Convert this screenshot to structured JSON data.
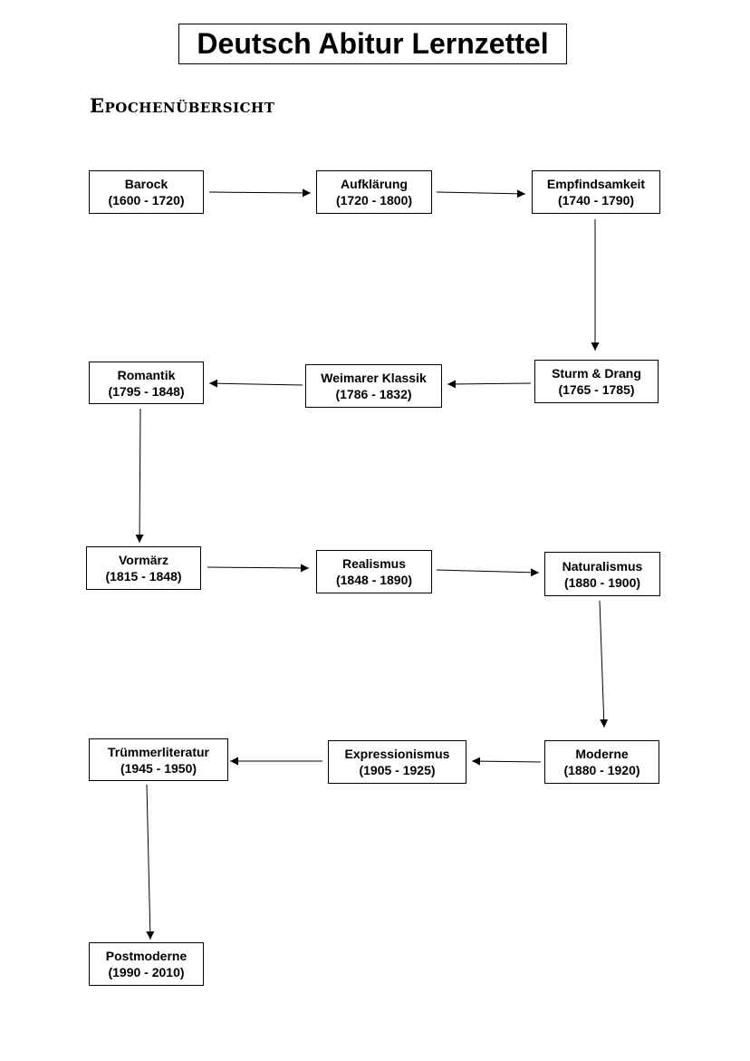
{
  "page": {
    "title": "Deutsch Abitur Lernzettel",
    "subtitle": "Epochenübersicht"
  },
  "epochs": [
    {
      "name": "Barock",
      "years": "(1600 - 1720)"
    },
    {
      "name": "Aufklärung",
      "years": "(1720 - 1800)"
    },
    {
      "name": "Empfindsamkeit",
      "years": "(1740 - 1790)"
    },
    {
      "name": "Sturm & Drang",
      "years": "(1765 - 1785)"
    },
    {
      "name": "Weimarer Klassik",
      "years": "(1786 - 1832)"
    },
    {
      "name": "Romantik",
      "years": "(1795 - 1848)"
    },
    {
      "name": "Vormärz",
      "years": "(1815 - 1848)"
    },
    {
      "name": "Realismus",
      "years": "(1848 - 1890)"
    },
    {
      "name": "Naturalismus",
      "years": "(1880 - 1900)"
    },
    {
      "name": "Moderne",
      "years": "(1880 - 1920)"
    },
    {
      "name": "Expressionismus",
      "years": "(1905 - 1925)"
    },
    {
      "name": "Trümmerliteratur",
      "years": "(1945 - 1950)"
    },
    {
      "name": "Postmoderne",
      "years": "(1990 - 2010)"
    }
  ]
}
